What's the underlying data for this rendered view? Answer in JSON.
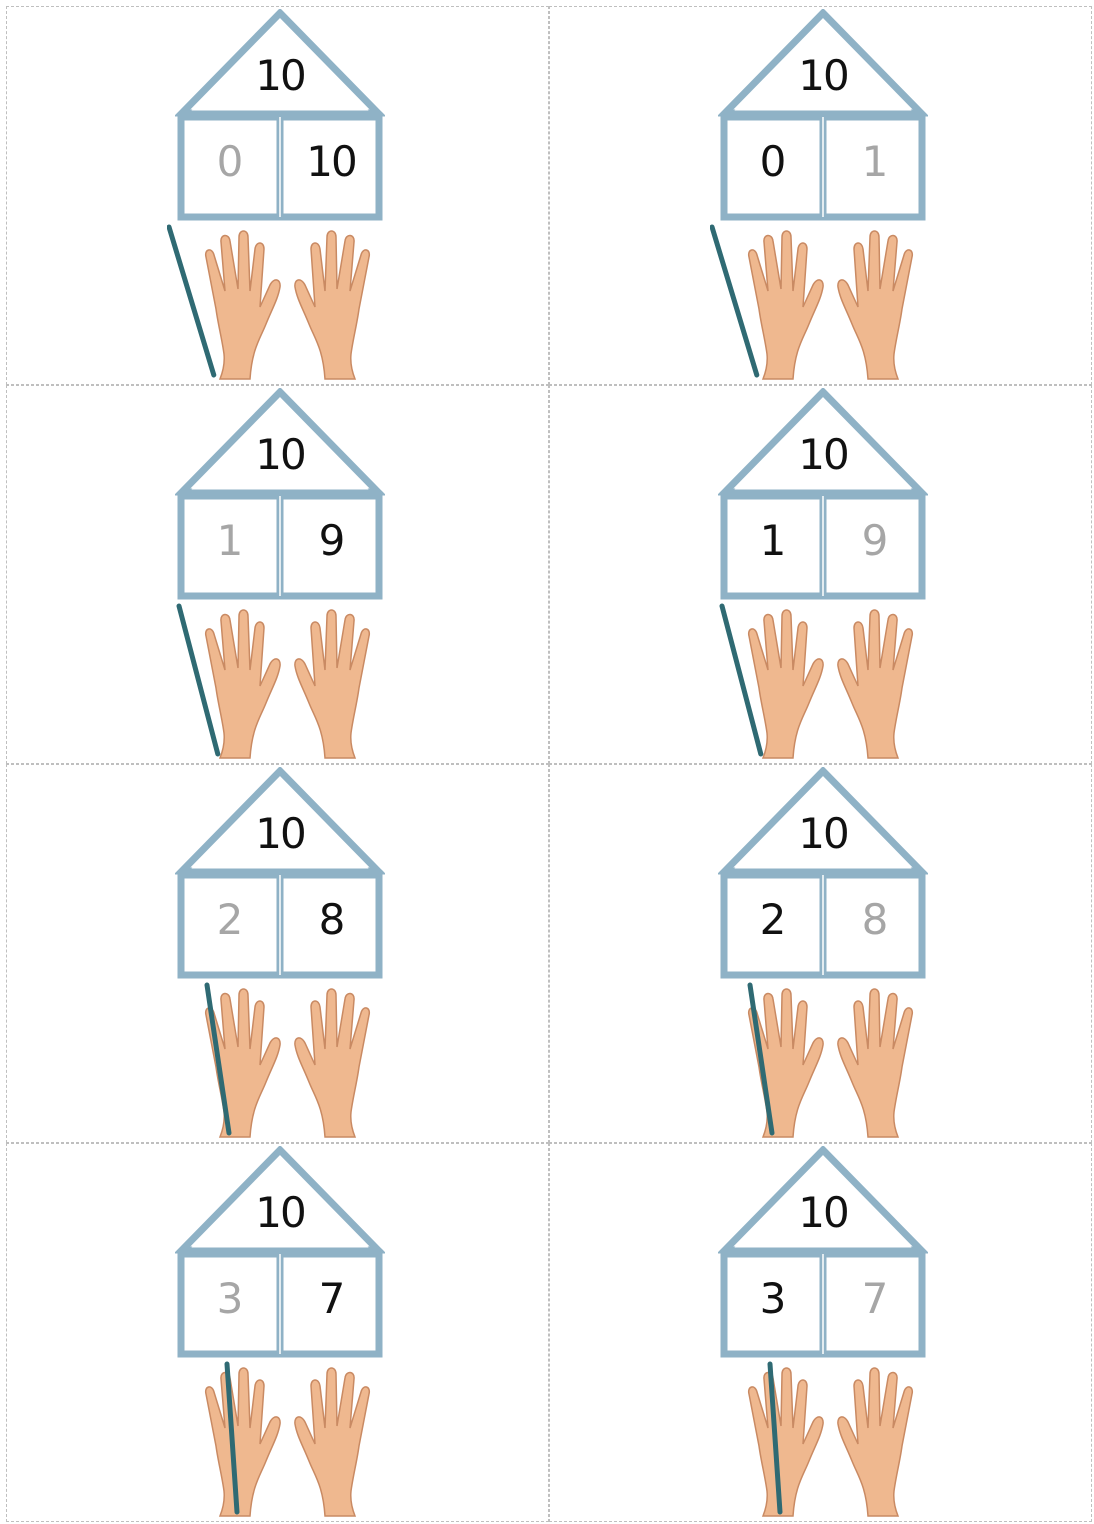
{
  "cards": [
    {
      "total": "10",
      "left": "0",
      "right": "10",
      "faded": "left"
    },
    {
      "total": "10",
      "left": "0",
      "right": "1",
      "faded": "right"
    },
    {
      "total": "10",
      "left": "1",
      "right": "9",
      "faded": "left"
    },
    {
      "total": "10",
      "left": "1",
      "right": "9",
      "faded": "right"
    },
    {
      "total": "10",
      "left": "2",
      "right": "8",
      "faded": "left"
    },
    {
      "total": "10",
      "left": "2",
      "right": "8",
      "faded": "right"
    },
    {
      "total": "10",
      "left": "3",
      "right": "7",
      "faded": "left"
    },
    {
      "total": "10",
      "left": "3",
      "right": "7",
      "faded": "right"
    }
  ],
  "colors": {
    "house_frame": "#8fb2c6",
    "divider_stick": "#2f6a73",
    "skin": "#efb88f"
  }
}
